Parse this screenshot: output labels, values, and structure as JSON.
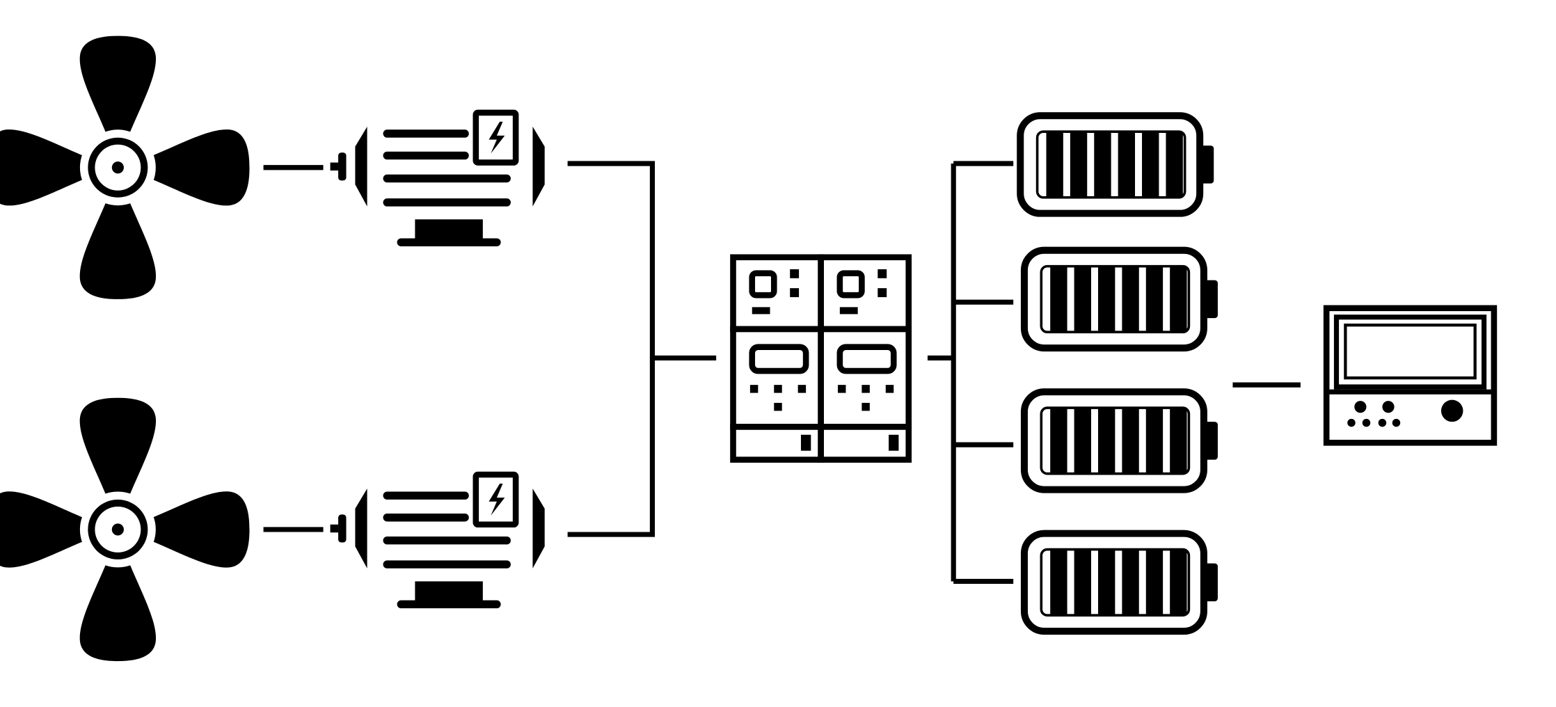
{
  "colors": {
    "ink": "#000000",
    "paper": "#ffffff"
  },
  "nodes": [
    {
      "id": "propeller-1",
      "icon": "propeller-icon"
    },
    {
      "id": "motor-1",
      "icon": "electric-motor-icon"
    },
    {
      "id": "propeller-2",
      "icon": "propeller-icon"
    },
    {
      "id": "motor-2",
      "icon": "electric-motor-icon"
    },
    {
      "id": "controller",
      "icon": "motor-controller-cabinet-icon"
    },
    {
      "id": "battery-1",
      "icon": "battery-icon"
    },
    {
      "id": "battery-2",
      "icon": "battery-icon"
    },
    {
      "id": "battery-3",
      "icon": "battery-icon"
    },
    {
      "id": "battery-4",
      "icon": "battery-icon"
    },
    {
      "id": "monitor",
      "icon": "control-monitor-icon"
    }
  ],
  "connections": [
    [
      "propeller-1",
      "motor-1"
    ],
    [
      "propeller-2",
      "motor-2"
    ],
    [
      "motor-1",
      "controller"
    ],
    [
      "motor-2",
      "controller"
    ],
    [
      "controller",
      "battery-1"
    ],
    [
      "controller",
      "battery-2"
    ],
    [
      "controller",
      "battery-3"
    ],
    [
      "controller",
      "battery-4"
    ],
    [
      "battery-3",
      "monitor"
    ]
  ]
}
